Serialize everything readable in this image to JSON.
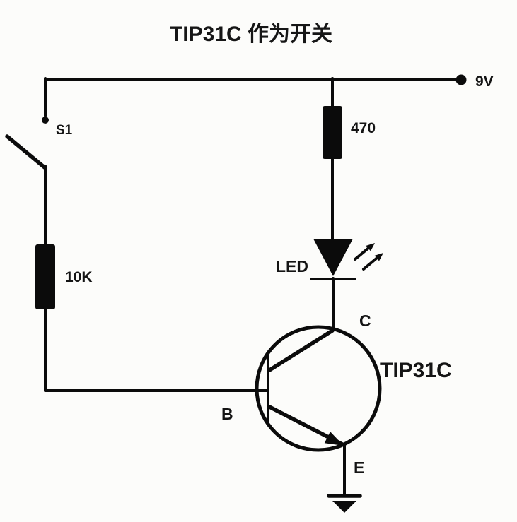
{
  "title": "TIP31C  作为开关",
  "supply": {
    "label": "9V"
  },
  "switch": {
    "label": "S1"
  },
  "resistors": {
    "r1": "10K",
    "r2": "470"
  },
  "led": {
    "label": "LED"
  },
  "transistor": {
    "name": "TIP31C",
    "base": "B",
    "collector": "C",
    "emitter": "E"
  },
  "colors": {
    "wire": "#0b0b0b",
    "base_label": "#1b8a1b",
    "pin_label": "#34349e",
    "background": "#fcfcfa"
  }
}
